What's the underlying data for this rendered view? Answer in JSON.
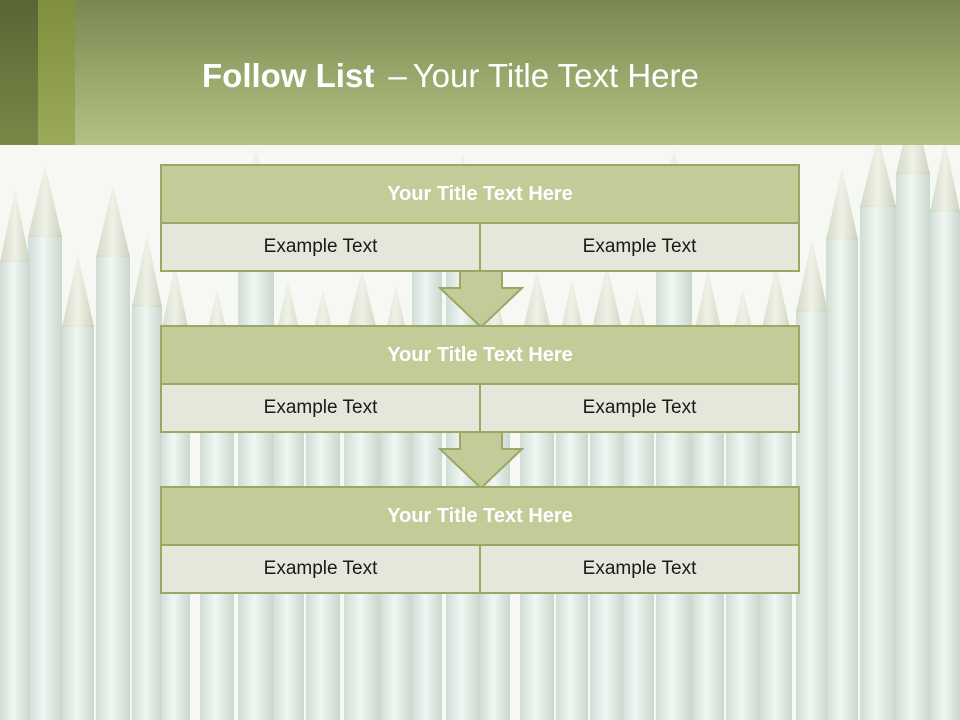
{
  "header": {
    "title_bold": "Follow List",
    "title_dash": "–",
    "title_rest": "Your Title Text Here"
  },
  "panels": [
    {
      "title": "Your Title Text Here",
      "left": "Example Text",
      "right": "Example Text"
    },
    {
      "title": "Your Title Text Here",
      "left": "Example Text",
      "right": "Example Text"
    },
    {
      "title": "Your Title Text Here",
      "left": "Example Text",
      "right": "Example Text"
    }
  ],
  "colors": {
    "header_dark": "#7a8751",
    "header_light": "#b5c184",
    "panel_title_bg": "#c3cb99",
    "panel_cell_bg": "#e4e7d9",
    "panel_border": "#9aa866",
    "pencil": "#d9e4de"
  },
  "decoration": {
    "background_image": "pencils-backdrop",
    "arrow_icon": "down-arrow-icon"
  }
}
